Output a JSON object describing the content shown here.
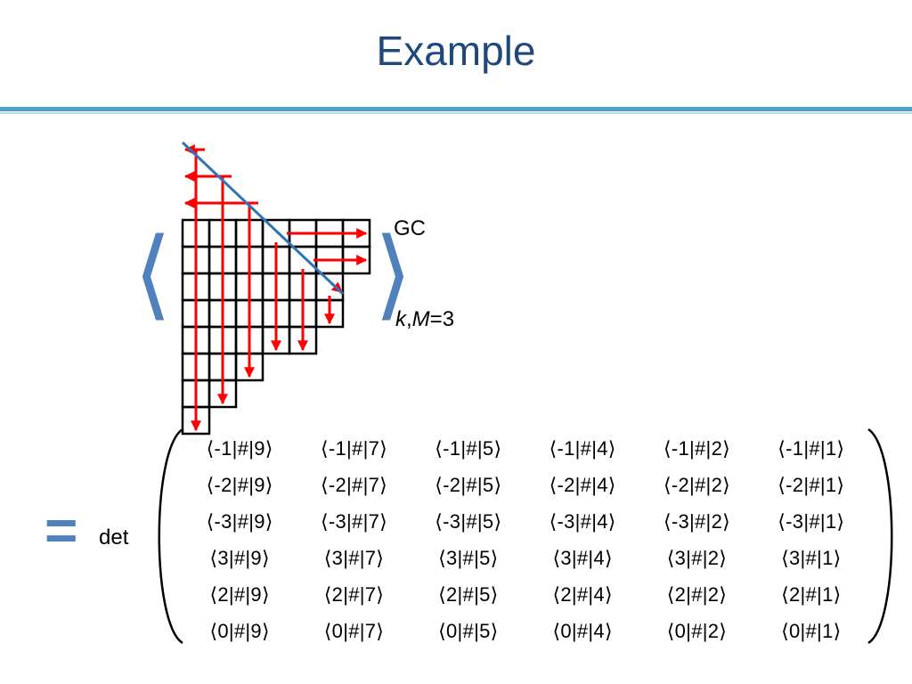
{
  "slide": {
    "title": "Example",
    "gc_label": "GC",
    "km_label_k": "k",
    "km_label_sep": ",",
    "km_label_m": "M",
    "km_label_val": "=3",
    "equals": "=",
    "det": "det",
    "angle_left": "⟨",
    "angle_right": "⟩"
  },
  "colors": {
    "title": "#1f497d",
    "rule": "#4aa3c7",
    "arrows": "#ff0000",
    "diagonal": "#2e75b6",
    "accent": "#4f81bd"
  },
  "young_diagram": {
    "row_lengths": [
      7,
      7,
      6,
      6,
      5,
      3,
      2,
      1
    ],
    "vertical_arrow_columns": [
      0,
      1,
      2,
      3,
      4,
      5
    ],
    "horizontal_arrow_rows": [
      0,
      1
    ],
    "left_arrows_count": 3
  },
  "matrix": {
    "rows": [
      [
        "⟨-1|#|9⟩",
        "⟨-1|#|7⟩",
        "⟨-1|#|5⟩",
        "⟨-1|#|4⟩",
        "⟨-1|#|2⟩",
        "⟨-1|#|1⟩"
      ],
      [
        "⟨-2|#|9⟩",
        "⟨-2|#|7⟩",
        "⟨-2|#|5⟩",
        "⟨-2|#|4⟩",
        "⟨-2|#|2⟩",
        "⟨-2|#|1⟩"
      ],
      [
        "⟨-3|#|9⟩",
        "⟨-3|#|7⟩",
        "⟨-3|#|5⟩",
        "⟨-3|#|4⟩",
        "⟨-3|#|2⟩",
        "⟨-3|#|1⟩"
      ],
      [
        "⟨3|#|9⟩",
        "⟨3|#|7⟩",
        "⟨3|#|5⟩",
        "⟨3|#|4⟩",
        "⟨3|#|2⟩",
        "⟨3|#|1⟩"
      ],
      [
        "⟨2|#|9⟩",
        "⟨2|#|7⟩",
        "⟨2|#|5⟩",
        "⟨2|#|4⟩",
        "⟨2|#|2⟩",
        "⟨2|#|1⟩"
      ],
      [
        "⟨0|#|9⟩",
        "⟨0|#|7⟩",
        "⟨0|#|5⟩",
        "⟨0|#|4⟩",
        "⟨0|#|2⟩",
        "⟨0|#|1⟩"
      ]
    ]
  }
}
